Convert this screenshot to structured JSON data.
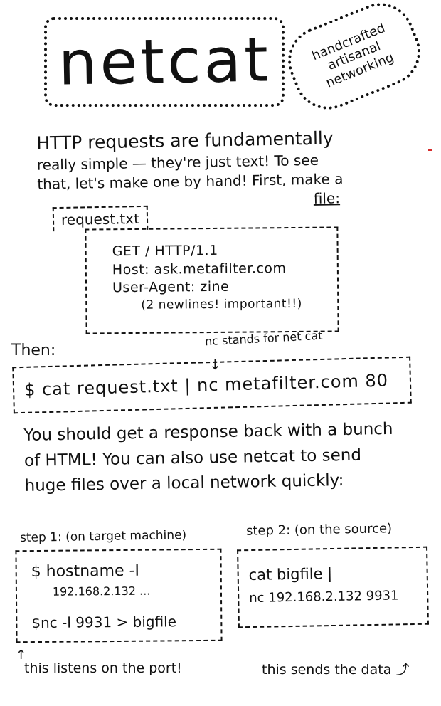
{
  "title": "netcat",
  "stamp": {
    "line1": "handcrafted",
    "line2": "artisanal",
    "line3": "networking"
  },
  "intro": {
    "line1": "HTTP requests are fundamentally",
    "line2": "really simple — they're just text! To see",
    "line3": "that, let's make one by hand",
    "emph": "!",
    "line3_tail": " First, make a",
    "file": "file:"
  },
  "request_file": {
    "name": "request.txt",
    "lines": [
      "GET / HTTP/1.1",
      "Host: ask.metafilter.com",
      "User-Agent: zine"
    ],
    "note": "(2 newlines! important!!)"
  },
  "then_label": "Then:",
  "nc_note": "nc stands for net cat",
  "nc_arrow": "↓",
  "command": "$ cat request.txt | nc metafilter.com 80",
  "para": {
    "line1": "You should get a response back with a bunch",
    "line2": "of HTML! You can also use netcat to send",
    "line3": "huge files over a local network quickly:"
  },
  "step1": {
    "label": "step 1: (on target machine)",
    "cmd1": "$ hostname -I",
    "ip": "192.168.2.132 ...",
    "cmd2": "$nc -l 9931 > bigfile"
  },
  "step2": {
    "label": "step 2: (on the source)",
    "cmd1": "cat bigfile |",
    "cmd2": "nc 192.168.2.132 9931"
  },
  "listen_arrow": "↑",
  "listen_note": "this listens on the port!",
  "sends_note": "this sends the data ⤴"
}
